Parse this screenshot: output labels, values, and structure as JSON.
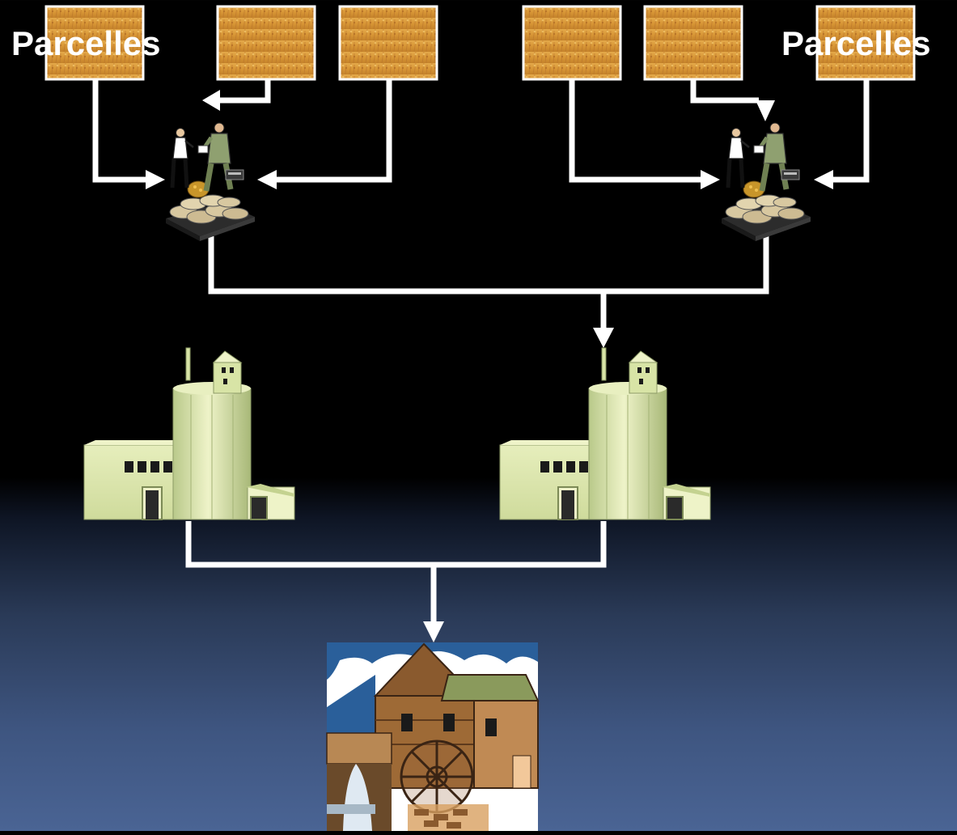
{
  "labels": {
    "left": "Parcelles",
    "right": "Parcelles"
  },
  "colors": {
    "background_top": "#000000",
    "background_bottom": "#4a6494",
    "arrow": "#ffffff",
    "wheat": "#d99a38",
    "silo": "#d8e4a6",
    "mill_wood": "#8a5a2e"
  },
  "icons": {
    "field": "wheat-field-photo",
    "trader": "grain-traders-with-sacks",
    "silo": "grain-silo-building",
    "mill": "water-mill"
  }
}
